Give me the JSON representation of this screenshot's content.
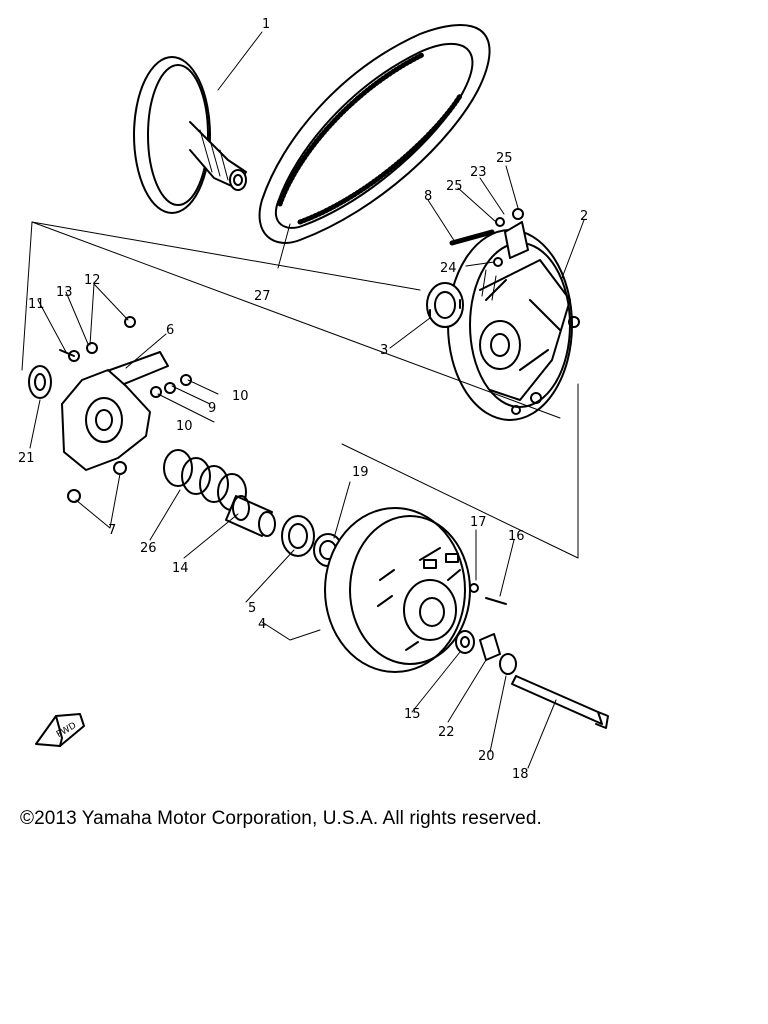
{
  "copyright": "©2013 Yamaha Motor Corporation, U.S.A. All rights reserved.",
  "fwd_mark": "FWD",
  "callouts": {
    "c1": "1",
    "c2": "2",
    "c3": "3",
    "c4": "4",
    "c5": "5",
    "c6": "6",
    "c7": "7",
    "c8": "8",
    "c9": "9",
    "c10a": "10",
    "c10b": "10",
    "c11": "11",
    "c12": "12",
    "c13": "13",
    "c14": "14",
    "c15": "15",
    "c16": "16",
    "c17": "17",
    "c18": "18",
    "c19": "19",
    "c20": "20",
    "c21": "21",
    "c22": "22",
    "c23": "23",
    "c24": "24",
    "c25a": "25",
    "c25b": "25",
    "c26": "26",
    "c27": "27"
  }
}
